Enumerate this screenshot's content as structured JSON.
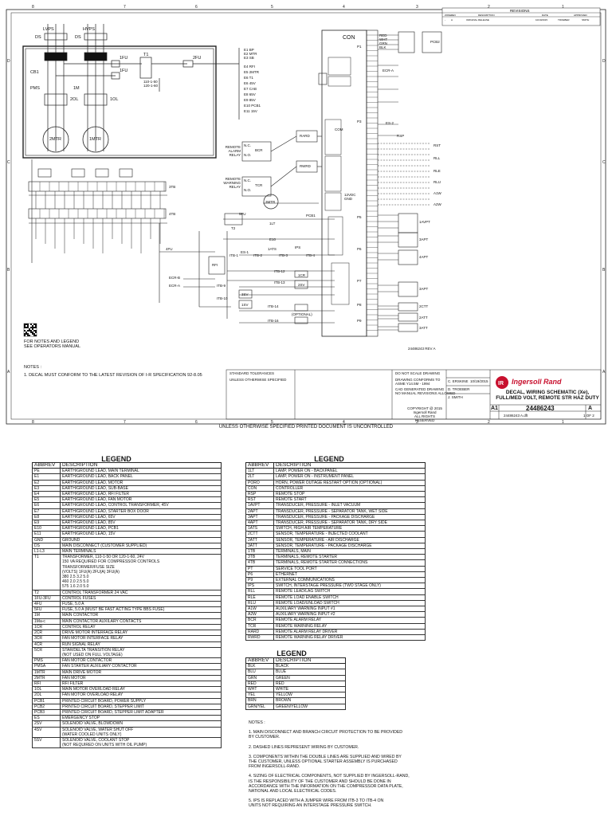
{
  "grid": {
    "columns_top": [
      "8",
      "7",
      "6",
      "5",
      "4",
      "3",
      "2",
      "1"
    ],
    "rows_left": [
      "D",
      "C",
      "B",
      "A"
    ]
  },
  "revisions": {
    "title": "REVISIONS",
    "headers": [
      "ZONE",
      "REV",
      "DESCRIPTION",
      "DATE",
      "APPROVED"
    ],
    "row": [
      "-",
      "A",
      "ORIGINAL RELEASE",
      "10/19/2015",
      "TROEBER",
      "SMITH"
    ]
  },
  "schematic": {
    "labels": {
      "lvps": "LVPS",
      "hvps": "HVPS",
      "ds1": "DS",
      "ds2": "DS",
      "cb1": "CB1",
      "fu1": "1FU",
      "t1": "T1",
      "fu2": "2FU",
      "fu1b": "1FU",
      "t1_volts": "110-1-50\n120-1-60",
      "pms": "PMS",
      "m1": "1M",
      "ol2": "2OL",
      "ol1": "1OL",
      "mtr2": "2MTR",
      "mtr1": "1MTR",
      "e_list": [
        "E1 BP",
        "E2 MTR",
        "E3 SB",
        "E4 RFI",
        "E5 2MTR",
        "E6 T1",
        "E6 45V",
        "E7 CAB",
        "E8 65V",
        "E9 85V",
        "E10 PCB1",
        "E11 15V"
      ],
      "con": "CON",
      "remote_alarm_relay": "REMOTE\nALARM\nRELAY",
      "remote_warning_relay": "REMOTE\nWARNING\nRELAY",
      "bcr": "BCR",
      "tcr": "TCR",
      "rard": "RARD",
      "rwrd": "RWRD",
      "mtr3": "3MTR",
      "nc": "N.C.",
      "no": "N.O.",
      "com": "COM",
      "pcb1": "PCB1",
      "v12dc": "12VDC\nGND",
      "fu5": "5FU",
      "t2": "T2",
      "lt": "1LT",
      "e10": "E10",
      "es1": "ES-1",
      "ites": "1ATS",
      "ips": "IPS",
      "fu4": "4FU",
      "rfi": "RFI",
      "itb_items": [
        "ITB-1",
        "ITB-2",
        "ITB-3",
        "ITB-4",
        "ITB-12",
        "ITB-13",
        "ITB-9",
        "ITB-10",
        "ITB-14",
        "ITB-16"
      ],
      "tdr": "1CR",
      "ssv": "2SV",
      "sv3": "3SV",
      "sv1": "1SV",
      "optional": "(OPTIONAL)",
      "tb_labels": [
        "3TB",
        "4TB"
      ],
      "wire_colors_pcb": [
        "RED",
        "WHT",
        "GRN",
        "BLK"
      ],
      "pcb2": "PCB2",
      "apt_labels": [
        "1AVPT",
        "3APT",
        "4APT",
        "3APT"
      ],
      "att_labels": [
        "2CTT",
        "2ATT",
        "3ATT"
      ],
      "p_labels": [
        "P1",
        "P3",
        "P5",
        "P6",
        "P7",
        "P8",
        "P9"
      ],
      "remote_labels": [
        "RST",
        "RLL",
        "RLE",
        "RLU",
        "A1W",
        "A2W"
      ],
      "es2": "ES-2",
      "rsp": "RSP",
      "ecr": [
        "ECR-A",
        "ECR-B",
        "ECR-A"
      ],
      "part_ref": "24486243 REV A",
      "notes_ref": "FOR NOTES AND LEGEND\nSEE OPERATORS MANUAL"
    }
  },
  "notes_top": {
    "title": "NOTES :",
    "items": [
      "1. DECAL MUST CONFORM TO THE LATEST REVISION OF I-R SPECIFICATION 92-8.05"
    ]
  },
  "title_block": {
    "brand": "Ingersoll Rand",
    "title": "DECAL, WIRING SCHEMATIC (Xe),\nFULL/MED VOLT, REMOTE STR HAZ DUTY",
    "size": "A1",
    "drawing_number": "24486243",
    "rev": "A",
    "sheet": "1 OF 2",
    "copyright": "COPYRIGHT @ 2015\nIngersoll Rand\nALL RIGHTS RESERVED",
    "scale_note": "DO NOT SCALE DRAWING",
    "standard_tolerances": "STANDARD TOLERANCES",
    "tolerance_note": "UNLESS OTHERWISE SPECIFIED",
    "drawn": "C. ERSKINE",
    "date_drawn": "10/19/2015",
    "checked": "D. TROEBER",
    "approved": "J. SMITH",
    "cad_note": "CAD GENERATED DRAWING\nNO MANUAL REVISIONS ALLOWED",
    "dimensioning": "DRAWING CONFORMS TO\nASME Y14.5M - 1994",
    "file_ref": "24486243 A.dft"
  },
  "uncontrolled_note": "UNLESS OTHERWISE SPECIFIED PRINTED DOCUMENT IS UNCONTROLLED",
  "legend_left": {
    "title": "LEGEND",
    "headers": [
      "ABBREV",
      "DESCRIPTION"
    ],
    "rows": [
      [
        "PE",
        "EARTH/GROUND LEAD, MAIN TERMINAL"
      ],
      [
        "E1",
        "EARTH/GROUND LEAD, BACK PANEL"
      ],
      [
        "E2",
        "EARTH/GROUND LEAD, MOTOR"
      ],
      [
        "E3",
        "EARTH/GROUND LEAD, SUB-BASE"
      ],
      [
        "E4",
        "EARTH/GROUND LEAD, RFI FILTER"
      ],
      [
        "E5",
        "EARTH/GROUND LEAD, FAN MOTOR"
      ],
      [
        "E6",
        "EARTH/GROUND LEAD, CONTROL TRANSFORMER, 45V"
      ],
      [
        "E7",
        "EARTH/GROUND LEAD, STARTER BOX DOOR"
      ],
      [
        "E8",
        "EARTH/GROUND LEAD, 65V"
      ],
      [
        "E9",
        "EARTH/GROUND LEAD, 85V"
      ],
      [
        "E10",
        "EARTH/GROUND LEAD, PCB1"
      ],
      [
        "E11",
        "EARTH/GROUND LEAD, 15V"
      ],
      [
        "GND",
        "GROUND"
      ],
      [
        "DS",
        "MAIN DISCONNECT (CUSTOMER SUPPLIED)"
      ],
      [
        "L1-L3",
        "MAIN TERMINALS"
      ],
      [
        "T1",
        "TRANSFORMER, 110-1-50 OR 120-1-60, 24V\n150 VA REQUIRED FOR COMPRESSOR CONTROLS\nTRANSFORMER/FUSE SIZE\n(VOLTS)  1FU(A)  2FU(A)  3FU(A)\n380        2.5       3.2       5.0\n460        2.0       2.5       5.0\n575        1.6       2.0       5.0"
      ],
      [
        "T2",
        "CONTROL TRANSFORMER 24 VAC"
      ],
      [
        "1FU-3FU",
        "CONTROL FUSES"
      ],
      [
        "4FU",
        "FUSE, 5.0 A"
      ],
      [
        "5FU",
        "FUSE, 5.0 A  (MUST BE FAST ACTING TYPE BBS FUSE)"
      ],
      [
        "1M",
        "MAIN CONTACTOR"
      ],
      [
        "1Ma-c",
        "MAIN CONTACTOR AUXILARY CONTACTS"
      ],
      [
        "1CR",
        "CONTROL RELAY"
      ],
      [
        "2CR",
        "DRIVE MOTOR INTERFACE RELAY"
      ],
      [
        "3CR",
        "FAN MOTOR INTERFACE RELAY"
      ],
      [
        "4CR",
        "RUN SIGNAL RELAY"
      ],
      [
        "5CR",
        "STAR/DELTA TRANSITION RELAY\n(NOT USED ON FULL VOLTAGE)"
      ],
      [
        "PMS",
        "FAN MOTOR CONTACTOR"
      ],
      [
        "PMSA",
        "FAN STARTER AUXILIARY CONTACTOR"
      ],
      [
        "1MTR",
        "MAIN DRIVE MOTOR"
      ],
      [
        "2MTR",
        "FAN MOTOR"
      ],
      [
        "RFI",
        "RFI FILTER"
      ],
      [
        "1OL",
        "MAIN MOTOR OVERLOAD RELAY"
      ],
      [
        "2OL",
        "FAN MOTOR OVERLOAD RELAY"
      ],
      [
        "PCB1",
        "PRINTED CIRCUIT BOARD, POWER SUPPLY"
      ],
      [
        "PCB2",
        "PRINTED CIRCUIT BOARD, STEPPER LIMIT"
      ],
      [
        "PCB3",
        "PRINTED CIRCUIT BOARD, STEPPER LIMIT ADAPTER"
      ],
      [
        "ES",
        "EMERGENCY STOP"
      ],
      [
        "2SV",
        "SOLENOID VALVE, BLOWDOWN"
      ],
      [
        "4SV",
        "SOLENOID VALVE, WATER SHUT OFF\n(WATER COOLED UNITS ONLY)"
      ],
      [
        "5SV",
        "SOLENOID VALVE, COOLANT STOP\n(NOT REQUIRED ON UNITS WITH OIL PUMP)"
      ]
    ]
  },
  "legend_right": {
    "title": "LEGEND",
    "headers": [
      "ABBREV",
      "DESCRIPTION"
    ],
    "rows": [
      [
        "1LT",
        "LAMP, POWER ON - BACKPANEL"
      ],
      [
        "2LT",
        "LAMP, POWER ON - INSTRUMENT PANEL"
      ],
      [
        "PORO",
        "HORN, POWER OUTAGE RESTART OPTION (OPTIONAL)"
      ],
      [
        "CON",
        "CONTROLLER"
      ],
      [
        "RSP",
        "REMOTE STOP"
      ],
      [
        "RST",
        "REMOTE START"
      ],
      [
        "1AVPT",
        "TRANSDUCER, PRESSURE - INLET VACUUM"
      ],
      [
        "2APT",
        "TRANSDUCER, PRESSURE - SEPARATOR TANK, WET SIDE"
      ],
      [
        "3APT",
        "TRANSDUCER, PRESSURE - PACKAGE DISCHARGE"
      ],
      [
        "4APT",
        "TRANSDUCER, PRESSURE - SEPARATOR TANK, DRY SIDE"
      ],
      [
        "1ATS",
        "SWITCH, HIGH AIR TEMPERATURE"
      ],
      [
        "2CTT",
        "SENSOR, TEMPERATURE - INJECTED COOLANT"
      ],
      [
        "2ATT",
        "SENSOR, TEMPERATURE - AIR DISCHARGE"
      ],
      [
        "3ATT",
        "SENSOR, TEMPERATURE - PACKAGE DISCHARGE"
      ],
      [
        "1TB",
        "TERMINALS, MAIN"
      ],
      [
        "3TB",
        "TERMINALS, REMOTE STARTER"
      ],
      [
        "4TB",
        "TERMINALS, REMOTE STARTER CONNECTIONS"
      ],
      [
        "PT",
        "SERVICE TOOL PORT"
      ],
      [
        "P6",
        "ETHERNET"
      ],
      [
        "P9",
        "EXTERNAL COMMUNICATIONS"
      ],
      [
        "IPS",
        "SWITCH, INTERSTAGE PRESSURE (TWO STAGE ONLY)"
      ],
      [
        "RLL",
        "REMOTE LEAD/LAG SWITCH"
      ],
      [
        "RLE",
        "REMOTE LOAD ENABLE SWITCH"
      ],
      [
        "RLU",
        "REMOTE LOAD/UNLOAD SWITCH"
      ],
      [
        "A1W",
        "AUXILIARY WARNING INPUT #1"
      ],
      [
        "A2W",
        "AUXILIARY WARNING INPUT #2"
      ],
      [
        "BCR",
        "REMOTE ALARM RELAY"
      ],
      [
        "TCR",
        "REMOTE WARNING RELAY"
      ],
      [
        "RARD",
        "REMOTE ALARM RELAY DRIVER"
      ],
      [
        "RWRD",
        "REMOTE WARNING RELAY DRIVER"
      ]
    ]
  },
  "legend_colors": {
    "title": "LEGEND",
    "headers": [
      "ABBREV",
      "DESCRIPTION"
    ],
    "rows": [
      [
        "BLK",
        "BLACK"
      ],
      [
        "BLU",
        "BLUE"
      ],
      [
        "GRN",
        "GREEN"
      ],
      [
        "RED",
        "RED"
      ],
      [
        "WHT",
        "WHITE"
      ],
      [
        "YEL",
        "YELLOW"
      ],
      [
        "BRN",
        "BROWN"
      ],
      [
        "GRN/YEL",
        "GREEN/YELLOW"
      ]
    ]
  },
  "notes_bottom": {
    "title": "NOTES :",
    "items": [
      "1. MAIN DISCONNECT AND BRANCH CIRCUIT PROTECTION TO  BE PROVIDED\n    BY CUSTOMER.",
      "2. DASHED LINES REPRESENT WIRING BY CUSTOMER.",
      "3. COMPONENTS WITHIN THE DOUBLE LINES ARE SUPPLIED AND WIRED BY\n    THE CUSTOMER, UNLESS OPTIONAL STARTER ASSEMBLY IS PURCHASED\n    FROM INGERSOLL-RAND.",
      "4. SIZING OF ELECTRICAL COMPONENTS, NOT SUPPLIED BY INGERSOLL-RAND,\n    IS THE RESPONSIBILITY OF THE CUSTOMER AND SHOULD BE DONE IN\n    ACCORDANCE WITH THE INFORMATION ON THE COMPRESSOR DATA PLATE,\n    NATIONAL AND LOCAL ELECTRICAL CODES.",
      "5. IPS IS REPLACED WITH A JUMPER WIRE FROM ITB-3 TO ITB-4 ON\n    UNITS NOT REQUIRING AN INTERSTAGE PRESSURE SWITCH."
    ]
  }
}
